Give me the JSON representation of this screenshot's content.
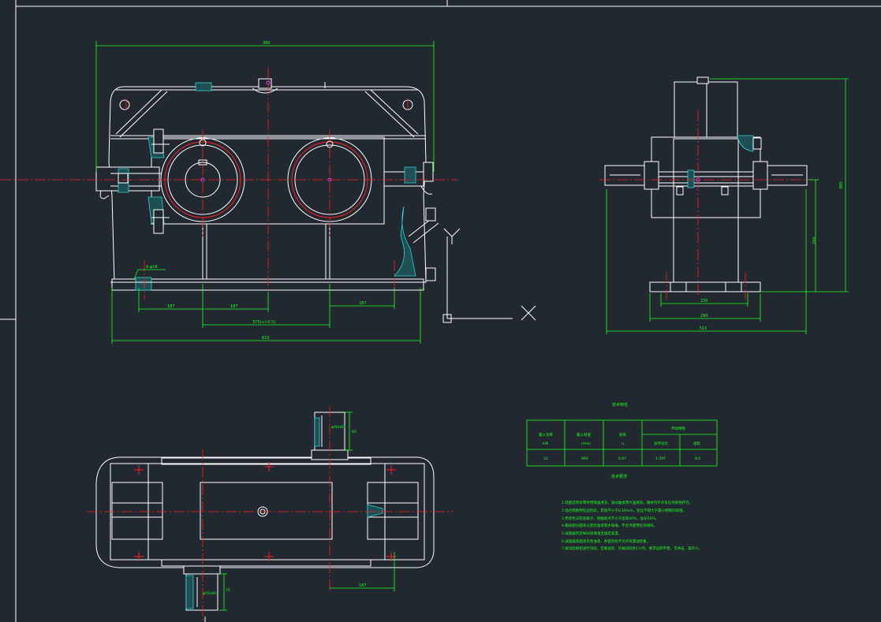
{
  "colors": {
    "background": "#212830",
    "outline": "#ffffff",
    "centerline": "#ff2020",
    "dimension": "#20ff20",
    "hatch": "#2fd3d3",
    "marker": "#e040e0"
  },
  "front_view": {
    "dims": {
      "overall_width_top": "380",
      "overall_length_bottom": "610",
      "foot_spacing_left": "187",
      "foot_spacing_mid": "187",
      "foot_spacing_right": "187",
      "center_distance": "375(+/-0.5)",
      "bolt_note": "6-φ18"
    }
  },
  "side_view": {
    "dims": {
      "total_height": "380",
      "center_height": "200",
      "foot_inner": "230",
      "foot_outer": "290",
      "shaft_span": "510"
    }
  },
  "top_view": {
    "dims": {
      "input_shaft": "φ40(k6)",
      "input_length": "60",
      "output_shaft": "φ55(k6)",
      "output_length": "70",
      "offset": "187"
    }
  },
  "ucs": {
    "x_label": "X",
    "y_label": "Y"
  },
  "spec_table": {
    "title": "技术特性",
    "headers": [
      "输入功率",
      "输入转速",
      "效率",
      "传动特性"
    ],
    "units": [
      "kW",
      "r/min",
      "η",
      ""
    ],
    "sub_headers": [
      "总传动比",
      "齿轮"
    ],
    "values": [
      "22",
      "960",
      "0.87",
      "1:397",
      "8.0"
    ]
  },
  "tech_req": {
    "title": "技术要求",
    "lines": [
      "1.装配前所有零件用煤油清洗，滚动轴承用汽油清洗，箱体内不许有任何杂物存在。",
      "2.啮合侧隙用铅丝检验，其值不小于0.16mm，铅丝不得大于最小侧隙的四倍。",
      "3.用涂色法检验斑点，接触斑点不小于齿高40%、齿长50%。",
      "4.箱体剖分面涂以密封油漆或水玻璃，不允许使用任何填料。",
      "5.减速器内装N68润滑油至规定高度。",
      "6.减速器表面涂灰色油漆，各密封处不允许有漏油现象。",
      "7.按试验规程进行试验，空载试验、负载试验各1小时，要求运转平稳、无冲击、噪声小。"
    ]
  }
}
